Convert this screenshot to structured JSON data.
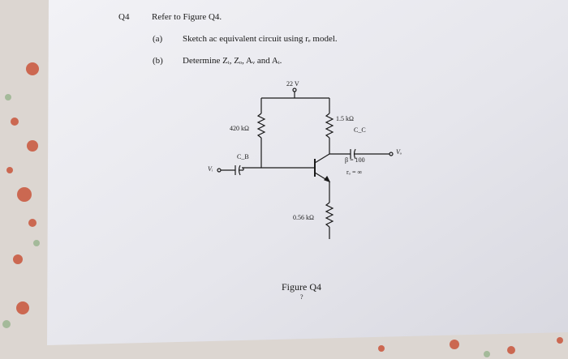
{
  "question": {
    "number": "Q4",
    "intro": "Refer to Figure Q4.",
    "parts": [
      {
        "label": "(a)",
        "text": "Sketch ac equivalent circuit using rₑ model."
      },
      {
        "label": "(b)",
        "text": "Determine Zᵢ, Zₒ, Aᵥ and Aᵢ."
      }
    ]
  },
  "circuit": {
    "supply": "22 V",
    "rb": "420 kΩ",
    "rc": "1.5 kΩ",
    "re": "0.56 kΩ",
    "cb": "C_B",
    "cc": "C_C",
    "vi": "Vᵢ",
    "vo": "Vₒ",
    "beta": "β = 100",
    "ro": "rₒ = ∞"
  },
  "figure_caption": "Figure Q4",
  "page_mark": "?",
  "colors": {
    "paper": "#e9e9ee",
    "ink": "#1a1a1a",
    "fabric": "#ddd8d4",
    "flower": "#c8553a"
  }
}
